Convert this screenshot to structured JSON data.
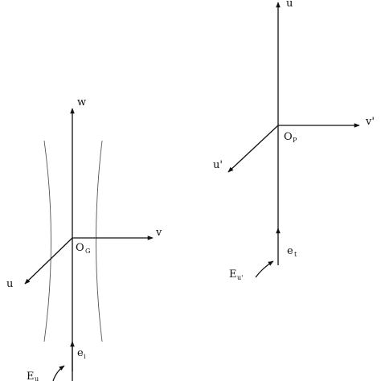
{
  "figure": {
    "left_frame": {
      "axis_w": "w",
      "axis_v": "v",
      "axis_u": "u",
      "origin_main": "O",
      "origin_sub": "G",
      "e_main": "e",
      "e_sub": "i",
      "E_main": "E",
      "E_sub": "u"
    },
    "right_frame": {
      "axis_up": "u",
      "axis_v": "v'",
      "axis_u": "u'",
      "origin_main": "O",
      "origin_sub": "P",
      "e_main": "e",
      "e_sub": "t",
      "E_main": "E",
      "E_sub": "u'"
    }
  }
}
